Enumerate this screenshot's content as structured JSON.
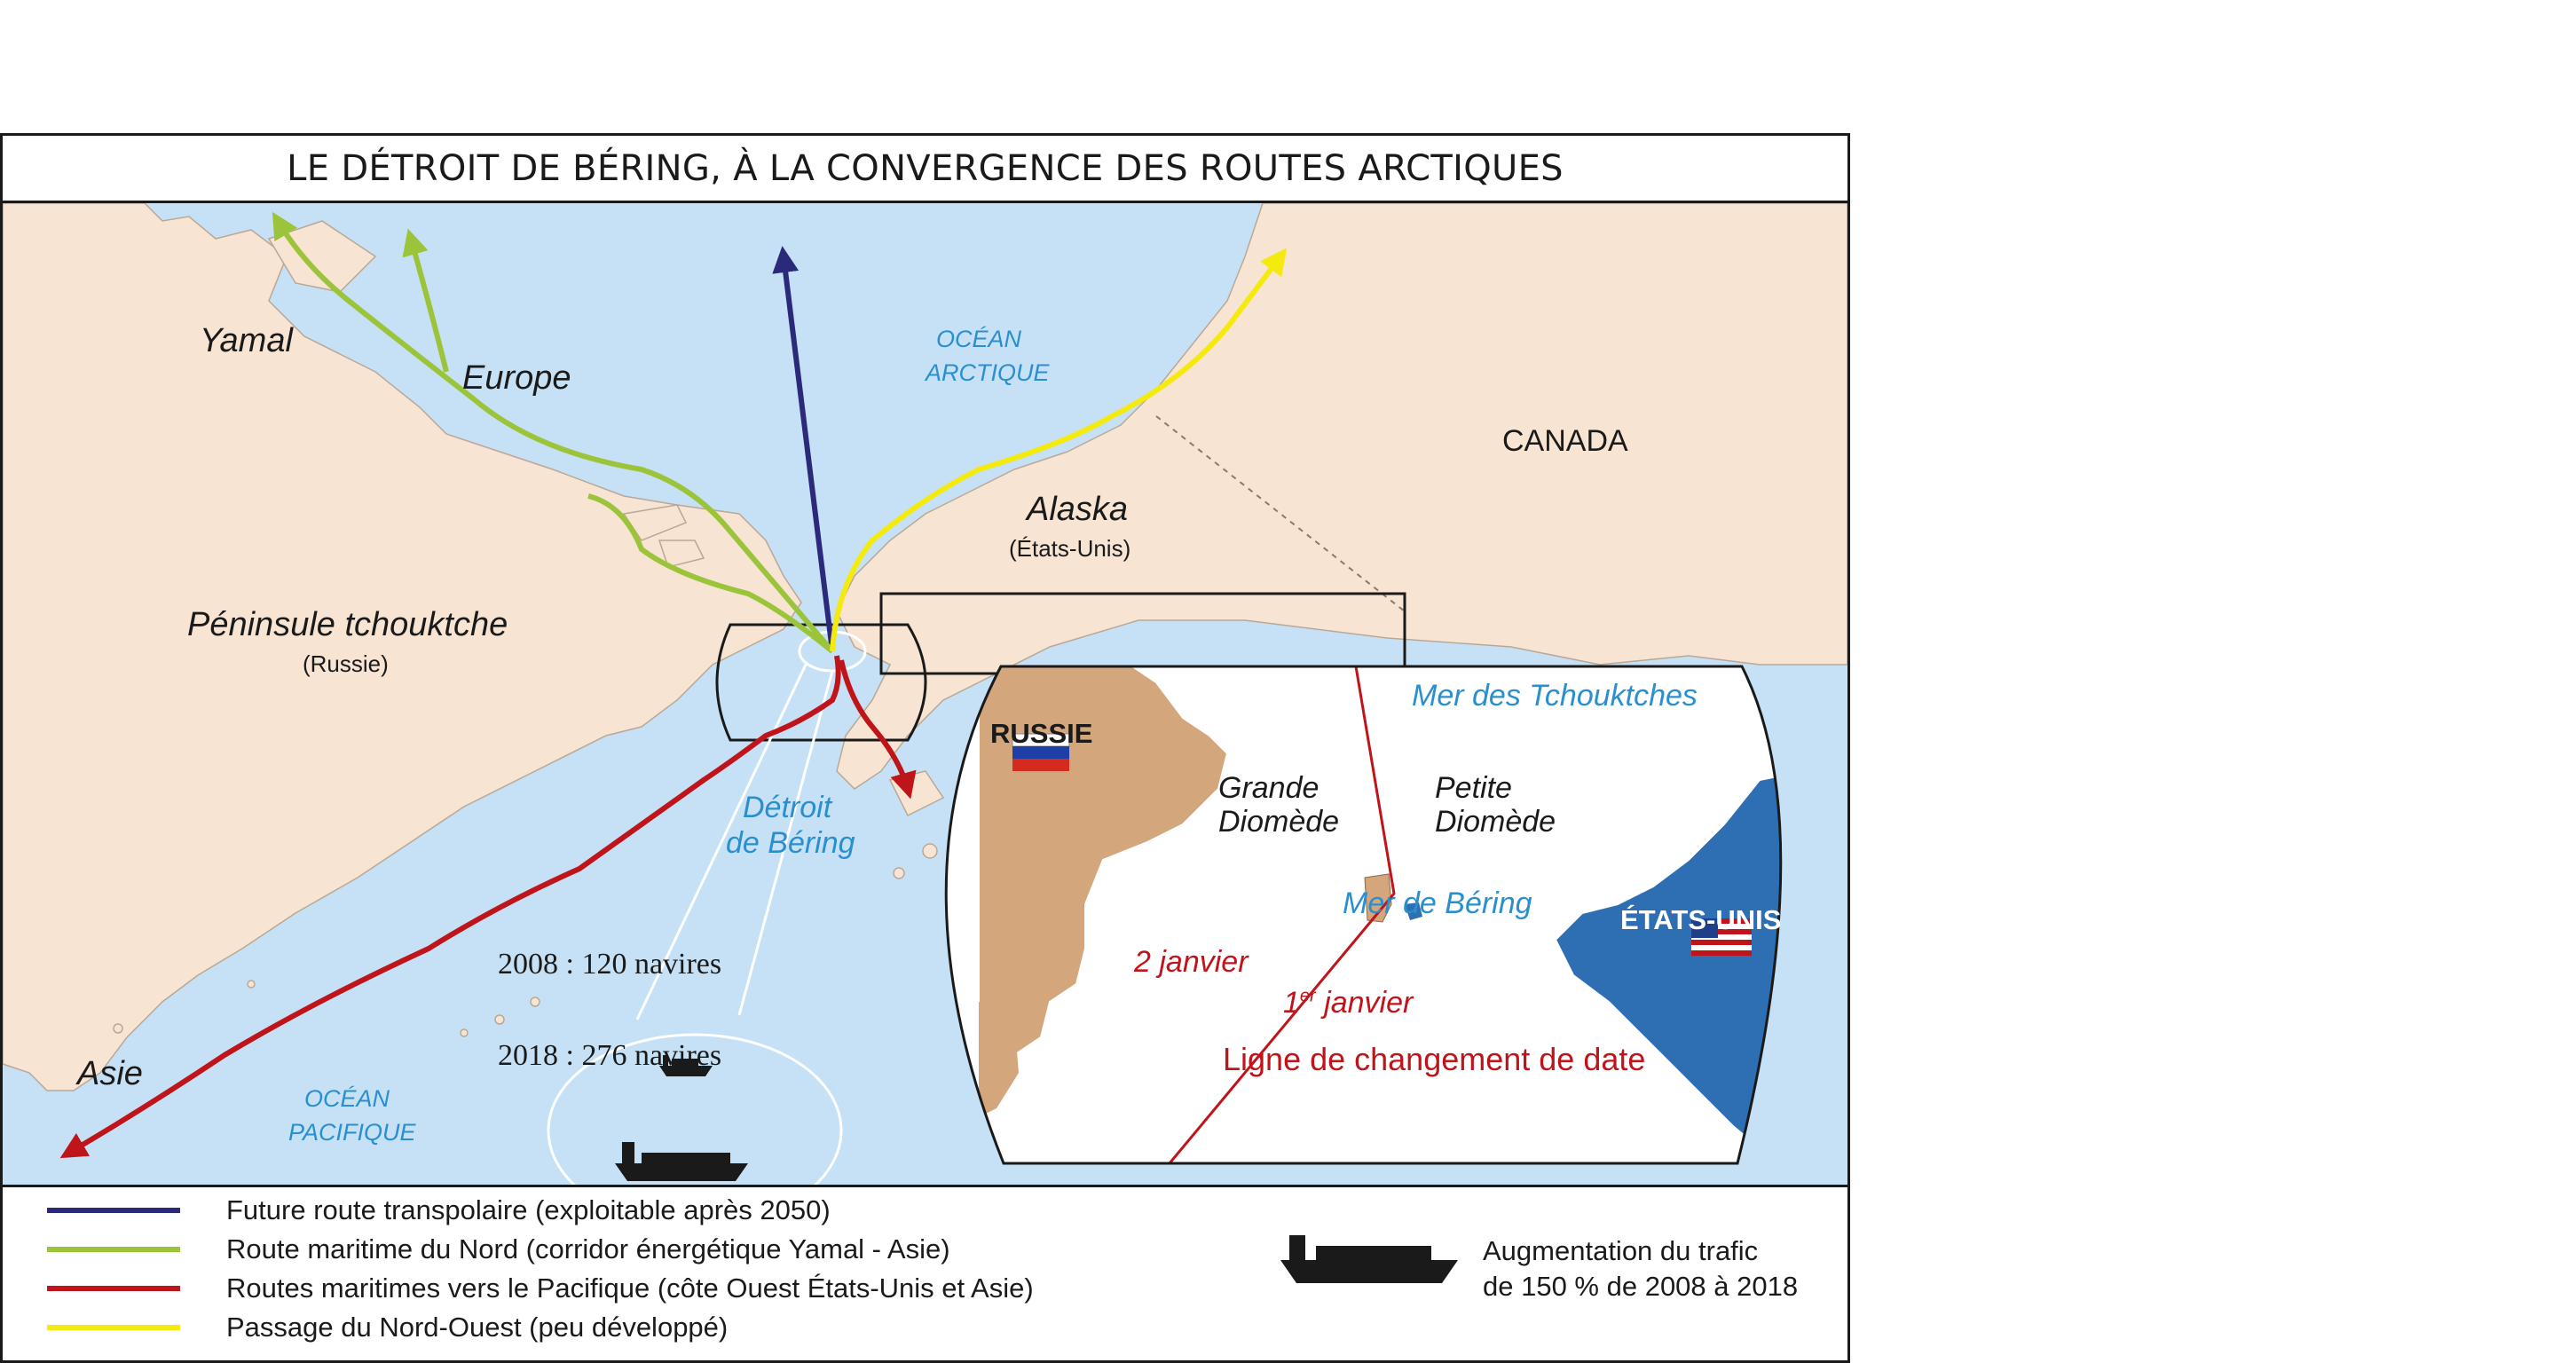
{
  "title": "LE DÉTROIT DE BÉRING, À LA CONVERGENCE DES ROUTES ARCTIQUES",
  "colors": {
    "sea": "#c6e1f5",
    "land": "#f7e4d3",
    "inset_land_russia": "#d3a67c",
    "inset_land_usa": "#2e6fb3",
    "route_transpolar": "#2b2a7a",
    "route_north": "#9cc43a",
    "route_pacific": "#c0141b",
    "route_northwest": "#f5ea0e",
    "ocean_label": "#2a8fce"
  },
  "map": {
    "labels": {
      "yamal": "Yamal",
      "europe": "Europe",
      "ocean_arctique_1": "OCÉAN",
      "ocean_arctique_2": "ARCTIQUE",
      "canada": "CANADA",
      "alaska": "Alaska",
      "etats_unis_paren": "(États-Unis)",
      "peninsule": "Péninsule tchouktche",
      "russie_paren": "(Russie)",
      "detroit_1": "Détroit",
      "detroit_2": "de Béring",
      "asie": "Asie",
      "ocean_pacifique_1": "OCÉAN",
      "ocean_pacifique_2": "PACIFIQUE"
    },
    "traffic": {
      "line_2008": "2008 : 120 navires",
      "line_2018": "2018 : 276 navires"
    }
  },
  "inset": {
    "russie": "RUSSIE",
    "etats_unis": "ÉTATS-UNIS",
    "mer_tchouktches": "Mer des Tchouktches",
    "mer_bering": "Mer de Béring",
    "grande_1": "Grande",
    "grande_2": "Diomède",
    "petite_1": "Petite",
    "petite_2": "Diomède",
    "jan2": "2 janvier",
    "jan1_num": "1",
    "jan1_sup": "er",
    "jan1_rest": " janvier",
    "date_line": "Ligne de changement de date",
    "flag_russia_icon": "russian-flag-icon",
    "flag_usa_icon": "us-flag-icon"
  },
  "legend": {
    "items": [
      {
        "label": "Future route transpolaire (exploitable après 2050)",
        "color": "#2b2a7a"
      },
      {
        "label": "Route maritime du Nord (corridor énergétique Yamal - Asie)",
        "color": "#9cc43a"
      },
      {
        "label": "Routes maritimes vers le Pacifique (côte Ouest États-Unis et Asie)",
        "color": "#c0141b"
      },
      {
        "label": "Passage du Nord-Ouest (peu développé)",
        "color": "#f5ea0e"
      }
    ],
    "traffic_icon": "cargo-ship-icon",
    "traffic_line1": "Augmentation du trafic",
    "traffic_line2": "de 150 % de 2008 à 2018"
  }
}
